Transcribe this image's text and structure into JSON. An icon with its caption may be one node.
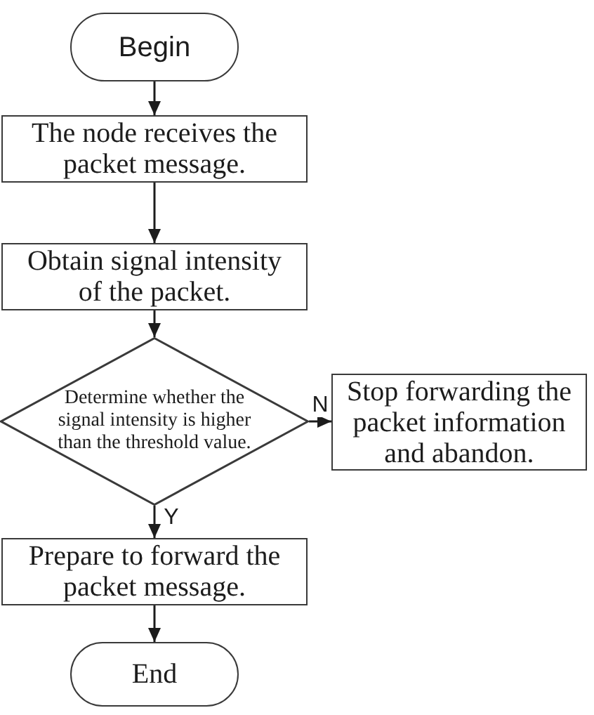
{
  "diagram": {
    "nodes": [
      {
        "text": [
          "Begin"
        ]
      },
      {
        "text": [
          "The node receives the packet message."
        ]
      },
      {
        "text": [
          "Obtain signal intensity of the packet."
        ]
      },
      {
        "text": [
          "Determine whether the signal intensity is higher than the threshold value."
        ]
      },
      {
        "text": [
          "Stop forwarding the packet information and abandon."
        ]
      },
      {
        "text": [
          "Prepare to forward the packet message."
        ]
      },
      {
        "text": [
          "End"
        ]
      }
    ],
    "edges": [
      {
        "from": 0,
        "to": 1,
        "arrow": "to"
      },
      {
        "from": 1,
        "to": 2,
        "arrow": "to"
      },
      {
        "from": 2,
        "to": 3,
        "arrow": "to"
      },
      {
        "from": 3,
        "to": 4,
        "arrow": "to",
        "label": "N"
      },
      {
        "from": 3,
        "to": 5,
        "arrow": "to",
        "label": "Y"
      },
      {
        "from": 5,
        "to": 6,
        "arrow": "to"
      }
    ]
  }
}
